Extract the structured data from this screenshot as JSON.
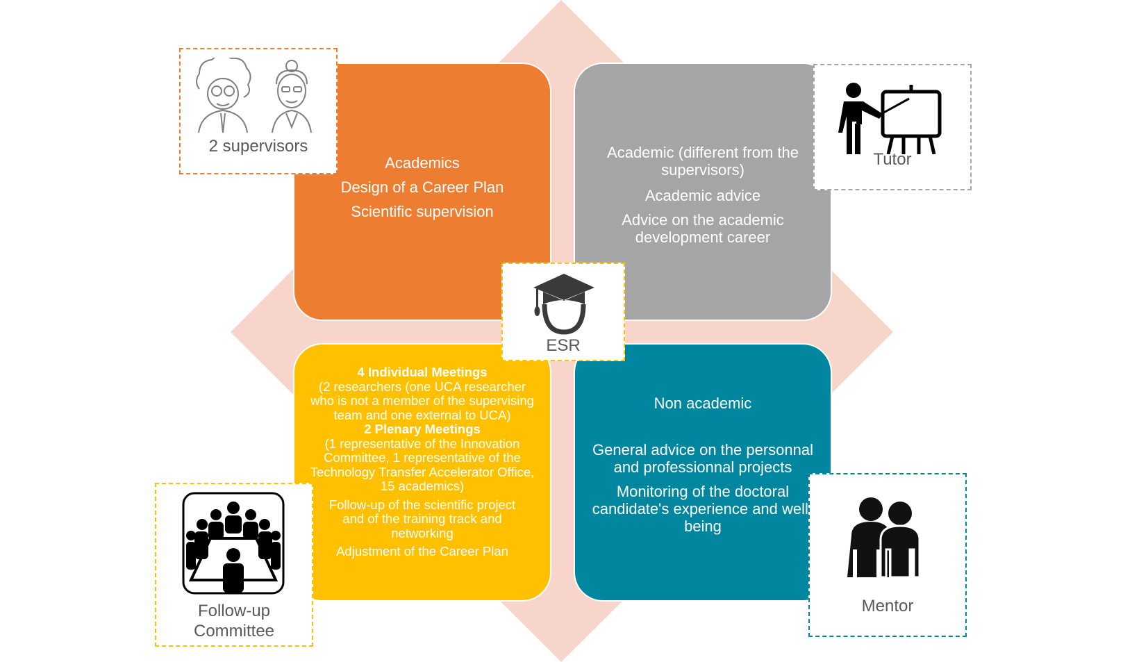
{
  "center": {
    "label": "ESR",
    "icon": "graduate-icon"
  },
  "quadrants": {
    "academic": {
      "color": "#ED7D31",
      "lines": [
        "Academics",
        "Design of a Career Plan",
        "Scientific supervision"
      ]
    },
    "tutor": {
      "color": "#A5A5A5",
      "lines": [
        "Academic (different from the supervisors)",
        "Academic advice",
        "Advice on the academic development career"
      ]
    },
    "committee": {
      "color": "#FFC000",
      "heading1": "4 Individual Meetings",
      "text1": "(2 researchers (one UCA researcher who is not a member of the supervising team and one external to UCA)",
      "heading2": "2 Plenary Meetings",
      "text2": "(1 representative of the Innovation Committee, 1 representative of the Technology Transfer Accelerator Office, 15 academics)",
      "text3": "Follow-up of the scientific project and of the training track and networking",
      "text4": "Adjustment of the Career Plan"
    },
    "mentor": {
      "color": "#00879F",
      "lines": [
        "Non academic",
        "General advice on the personnal and professionnal projects",
        "Monitoring of the doctoral candidate's experience and well-being"
      ]
    }
  },
  "roles": {
    "supervisors": {
      "label": "2 supervisors",
      "icon": "supervisors-icon"
    },
    "tutor": {
      "label": "Tutor",
      "icon": "teacher-board-icon"
    },
    "committee": {
      "label": "Follow-up Committee",
      "icon": "meeting-table-icon"
    },
    "mentor": {
      "label": "Mentor",
      "icon": "two-people-icon"
    }
  },
  "colors": {
    "diamond": "#F8D5CA",
    "orange": "#ED7D31",
    "gray": "#A5A5A5",
    "yellow": "#FFC000",
    "teal": "#00879F"
  }
}
